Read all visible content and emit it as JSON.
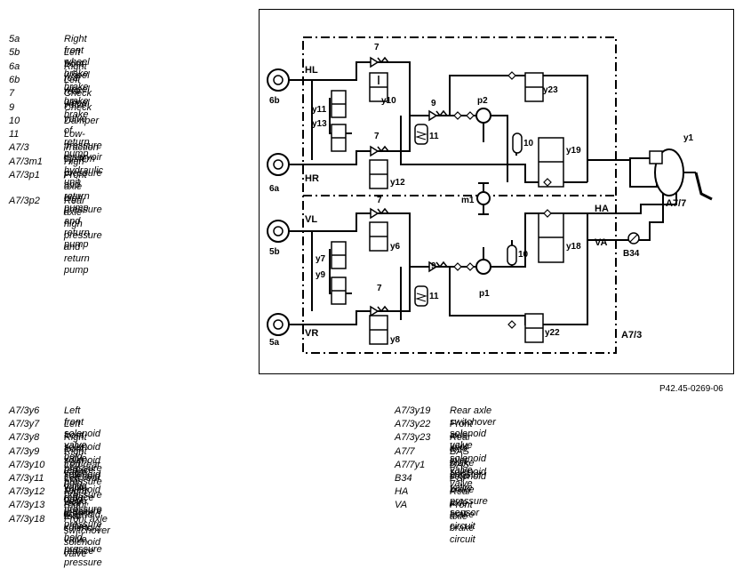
{
  "top_legend": [
    {
      "code": "5a",
      "desc": "Right front wheel brake"
    },
    {
      "code": "5b",
      "desc": "Left front wheel brake"
    },
    {
      "code": "6a",
      "desc": "Right rear wheel brake"
    },
    {
      "code": "6b",
      "desc": "Left rear wheel brake"
    },
    {
      "code": "7",
      "desc": "Check valve"
    },
    {
      "code": "9",
      "desc": "Check valve of return pump"
    },
    {
      "code": "10",
      "desc": "Damper"
    },
    {
      "code": "11",
      "desc": "Low-pressure reservoir"
    },
    {
      "code": "A7/3",
      "desc": "Traction system hydraulic unit"
    },
    {
      "code": "A7/3m1",
      "desc": "High-pressure and return pump"
    },
    {
      "code": "A7/3p1",
      "desc": "Front axle high pressure and\nreturn pump"
    },
    {
      "code": "A7/3p2",
      "desc": "Rear axle high pressure and\nreturn pump"
    }
  ],
  "bottom_legend_left": [
    {
      "code": "A7/3y6",
      "desc": "Left front solenoid valve, hold pressure"
    },
    {
      "code": "A7/3y7",
      "desc": "Left front solenoid valve, reduce pressure"
    },
    {
      "code": "A7/3y8",
      "desc": "Right front solenoid valve, hold pressure"
    },
    {
      "code": "A7/3y9",
      "desc": "Right front solenoid valve, reduce pressure"
    },
    {
      "code": "A7/3y10",
      "desc": "Left rear solenoid valve, hold pressure"
    },
    {
      "code": "A7/3y11",
      "desc": "Left rear solenoid valve, reduce pressure"
    },
    {
      "code": "A7/3y12",
      "desc": "Right rear solenoid valve, hold pressure"
    },
    {
      "code": "A7/3y13",
      "desc": "Right rear solenoid valve, reduce pressure"
    },
    {
      "code": "A7/3y18",
      "desc": "Front axle switchover solenoid valve"
    }
  ],
  "bottom_legend_right": [
    {
      "code": "A7/3y19",
      "desc": "Rear axle switchover solenoid valve"
    },
    {
      "code": "A7/3y22",
      "desc": "Front axle inlet solenoid valve"
    },
    {
      "code": "A7/3y23",
      "desc": "Rear axle inlet solenoid valve"
    },
    {
      "code": "A7/7",
      "desc": "BAS brake booster"
    },
    {
      "code": "A7/7y1",
      "desc": "BAS solenoid valve"
    },
    {
      "code": "B34",
      "desc": "ESP brake pressure sensor"
    },
    {
      "code": "HA",
      "desc": "Rear axle brake circuit"
    },
    {
      "code": "VA",
      "desc": "Front axle brake circuit"
    }
  ],
  "reference_code": "P42.45-0269-06",
  "diagram_labels": {
    "hl": "HL",
    "hr": "HR",
    "vl": "VL",
    "vr": "VR",
    "ha": "HA",
    "va": "VA",
    "a73": "A7/3",
    "a77": "A7/7",
    "b34": "B34",
    "y1": "y1",
    "w6b": "6b",
    "w6a": "6a",
    "w5b": "5b",
    "w5a": "5a",
    "m1": "m1",
    "p1": "p1",
    "p2": "p2",
    "y6": "y6",
    "y7": "y7",
    "y8": "y8",
    "y9": "y9",
    "y10": "y10",
    "y11": "y11",
    "y12": "y12",
    "y13": "y13",
    "y18": "y18",
    "y19": "y19",
    "y22": "y22",
    "y23": "y23",
    "n7": "7",
    "n9": "9",
    "n10": "10",
    "n11": "11"
  }
}
